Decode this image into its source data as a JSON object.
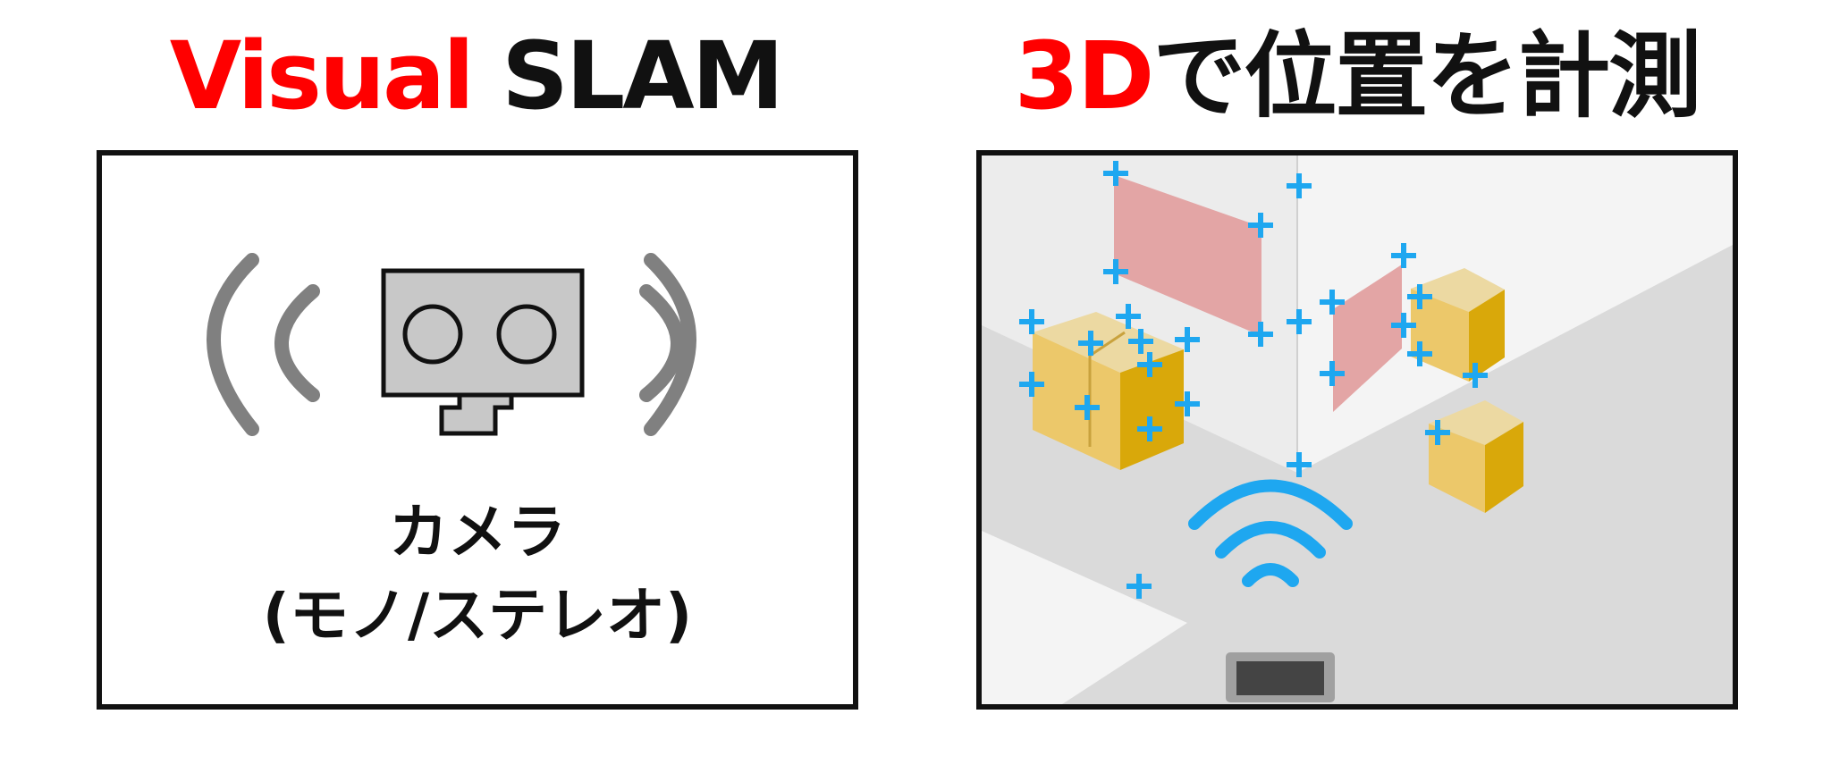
{
  "titles": {
    "left": {
      "accent": "Visual",
      "rest": " SLAM"
    },
    "right": {
      "accent": "3D",
      "rest": "で位置を計測"
    }
  },
  "camera": {
    "line1": "カメラ",
    "line2": "(モノ/ステレオ)"
  },
  "colors": {
    "accent": "#ff0000",
    "text": "#111111",
    "feature_marker": "#1ea7f0",
    "box_face_front": "#ecc86a",
    "box_face_top": "#ecd9a2",
    "box_face_side": "#d9a80a",
    "wall_panel": "#e3a5a5",
    "signal_gray": "#808080",
    "camera_body": "#c8c8c8"
  },
  "icons": {
    "camera": "stereo-camera-icon",
    "signal": "wifi-signal-icon",
    "device": "sensor-device-icon",
    "marker": "plus-marker-icon"
  }
}
